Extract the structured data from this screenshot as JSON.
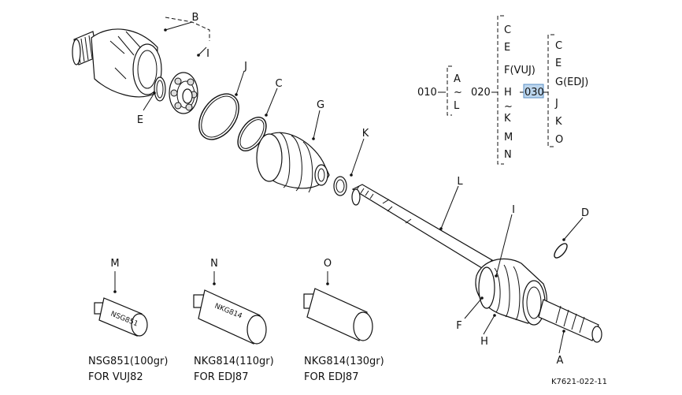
{
  "labels": {
    "A": "A",
    "B": "B",
    "C": "C",
    "D": "D",
    "E": "E",
    "F": "F",
    "G": "G",
    "H": "H",
    "I": "I",
    "J": "J",
    "K": "K",
    "L": "L",
    "M": "M",
    "N": "N",
    "O": "O"
  },
  "legend": {
    "g010": {
      "code": "010",
      "items": [
        "A",
        "~",
        "L"
      ]
    },
    "g020": {
      "code": "020",
      "items": [
        "C",
        "E",
        "F(VUJ)",
        "H",
        "~",
        "K",
        "M",
        "N"
      ]
    },
    "g030": {
      "code": "030",
      "items": [
        "C",
        "E",
        "G(EDJ)",
        "J",
        "K",
        "O"
      ]
    },
    "highlight_color": "#bcd6ee"
  },
  "grease": [
    {
      "label": "M",
      "caption1": "NSG851(100gr)",
      "caption2": "FOR VUJ82",
      "tube_text": "NSG851"
    },
    {
      "label": "N",
      "caption1": "NKG814(110gr)",
      "caption2": "FOR EDJ87",
      "tube_text": "NKG814"
    },
    {
      "label": "O",
      "caption1": "NKG814(130gr)",
      "caption2": "FOR EDJ87",
      "tube_text": ""
    }
  ],
  "figure_id": "K7621-022-11"
}
